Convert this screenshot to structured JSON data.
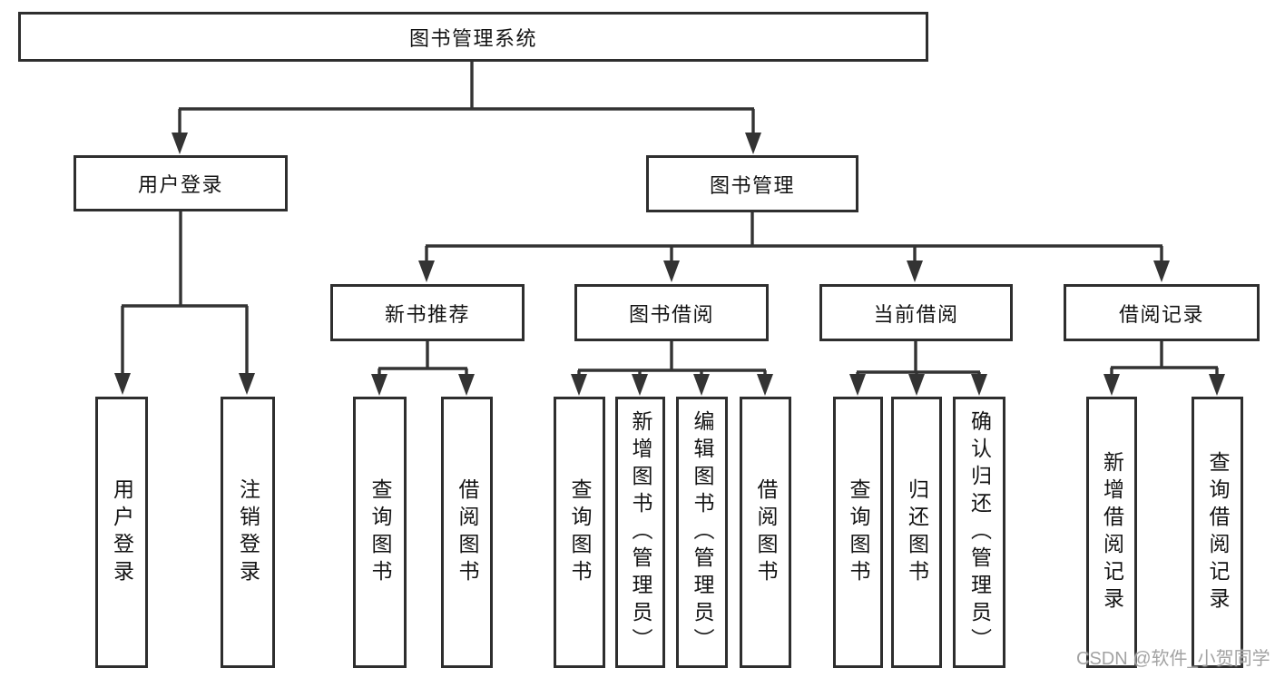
{
  "colors": {
    "background": "#ffffff",
    "box_fill": "#ffffff",
    "box_border": "#2e2e2e",
    "line": "#333333",
    "text": "#141414",
    "watermark": "#a3a3a3"
  },
  "watermark": {
    "text": "CSDN @软件_小贺同学"
  },
  "tree": {
    "root": {
      "label": "图书管理系统"
    },
    "branches": [
      {
        "label": "用户登录",
        "children": [
          {
            "label": "用户登录"
          },
          {
            "label": "注销登录"
          }
        ]
      },
      {
        "label": "图书管理",
        "children": [
          {
            "label": "新书推荐",
            "children": [
              {
                "label": "查询图书"
              },
              {
                "label": "借阅图书"
              }
            ]
          },
          {
            "label": "图书借阅",
            "children": [
              {
                "label": "查询图书"
              },
              {
                "label": "新增图书（管理员）"
              },
              {
                "label": "编辑图书（管理员）"
              },
              {
                "label": "借阅图书"
              }
            ]
          },
          {
            "label": "当前借阅",
            "children": [
              {
                "label": "查询图书"
              },
              {
                "label": "归还图书"
              },
              {
                "label": "确认归还（管理员）"
              }
            ]
          },
          {
            "label": "借阅记录",
            "children": [
              {
                "label": "新增借阅记录"
              },
              {
                "label": "查询借阅记录"
              }
            ]
          }
        ]
      }
    ]
  }
}
